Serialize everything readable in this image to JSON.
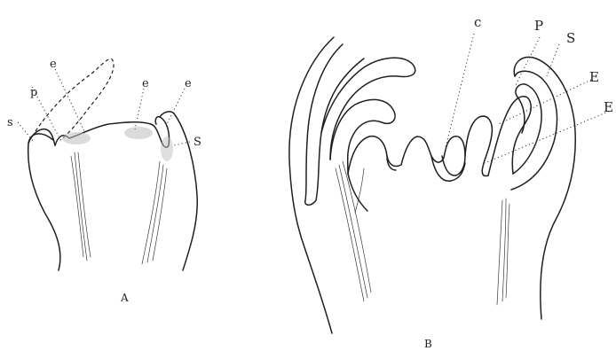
{
  "figure": {
    "panels": [
      {
        "id": "A",
        "caption": "A",
        "labels": [
          "s",
          "p",
          "e",
          "e",
          "e",
          "S"
        ]
      },
      {
        "id": "B",
        "caption": "B",
        "labels": [
          "c",
          "P",
          "S",
          "E",
          "E"
        ]
      }
    ]
  }
}
